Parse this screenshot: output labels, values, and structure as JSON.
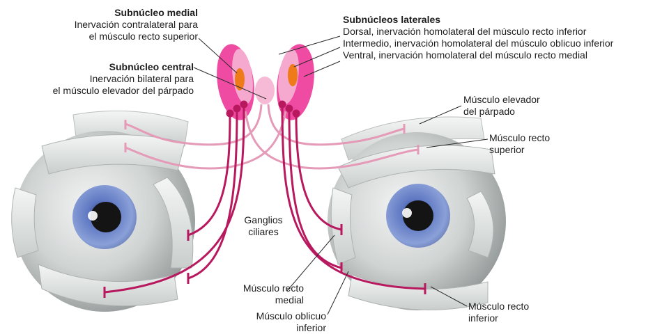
{
  "labels": {
    "medial": {
      "title": "Subnúcleo medial",
      "line1": "Inervación contralateral para",
      "line2": "el músculo recto superior"
    },
    "central": {
      "title": "Subnúcleo central",
      "line1": "Inervación bilateral para",
      "line2": "el músculo elevador del párpado"
    },
    "laterales": {
      "title": "Subnúcleos laterales",
      "dorsal": "Dorsal, inervación homolateral del músculo recto inferior",
      "intermedio": "Intermedio, inervación homolateral del músculo oblicuo inferior",
      "ventral": "Ventral, inervación homolateral del músculo recto medial"
    },
    "ganglios": {
      "line1": "Ganglios",
      "line2": "ciliares"
    },
    "elevador": {
      "line1": "Músculo elevador",
      "line2": "del párpado"
    },
    "recto_superior": {
      "line1": "Músculo recto",
      "line2": "superior"
    },
    "recto_medial": {
      "line1": "Músculo recto",
      "line2": "medial"
    },
    "oblicuo_inferior": {
      "line1": "Músculo oblicuo",
      "line2": "inferior"
    },
    "recto_inferior": {
      "line1": "Músculo recto",
      "line2": "inferior"
    }
  },
  "colors": {
    "nerve": "#b8185e",
    "nerve_light": "#e59ab8",
    "nucleus": "#f04ba2",
    "nucleus_light": "#f6a9cf",
    "core": "#ee7a1a",
    "iris": "#6f86c8",
    "sclera": "#d3d7d6",
    "muscle": "#e8ebea"
  },
  "icons": [
    "left-eyeball",
    "right-eyeball",
    "oculomotor-nucleus"
  ]
}
